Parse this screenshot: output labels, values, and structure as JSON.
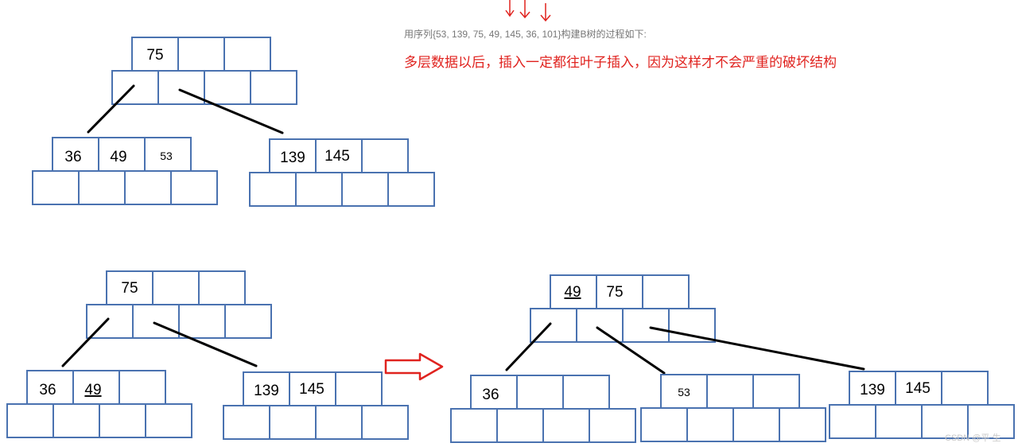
{
  "caption": "用序列{53, 139, 75, 49, 145, 36, 101}构建B树的过程如下:",
  "note": "多层数据以后，插入一定都往叶子插入，因为这样才不会严重的破坏结构",
  "watermark": "CSDN @平 生",
  "colors": {
    "node_border": "#4a72b0",
    "edge": "#000000",
    "note": "#e0231f",
    "arrow": "#e0231f"
  },
  "diagram1": {
    "root_keys": [
      "75",
      "",
      ""
    ],
    "left_leaf_keys": [
      "36",
      "49",
      "53"
    ],
    "right_leaf_keys": [
      "139",
      "145",
      ""
    ]
  },
  "diagram2": {
    "root_keys": [
      "75",
      "",
      ""
    ],
    "left_leaf_keys": [
      "36",
      "49",
      ""
    ],
    "right_leaf_keys": [
      "139",
      "145",
      ""
    ]
  },
  "diagram3": {
    "root_keys": [
      "49",
      "75",
      ""
    ],
    "left_leaf_keys": [
      "36",
      "",
      ""
    ],
    "middle_leaf_keys": [
      "53",
      "",
      ""
    ],
    "right_leaf_keys": [
      "139",
      "145",
      ""
    ]
  }
}
